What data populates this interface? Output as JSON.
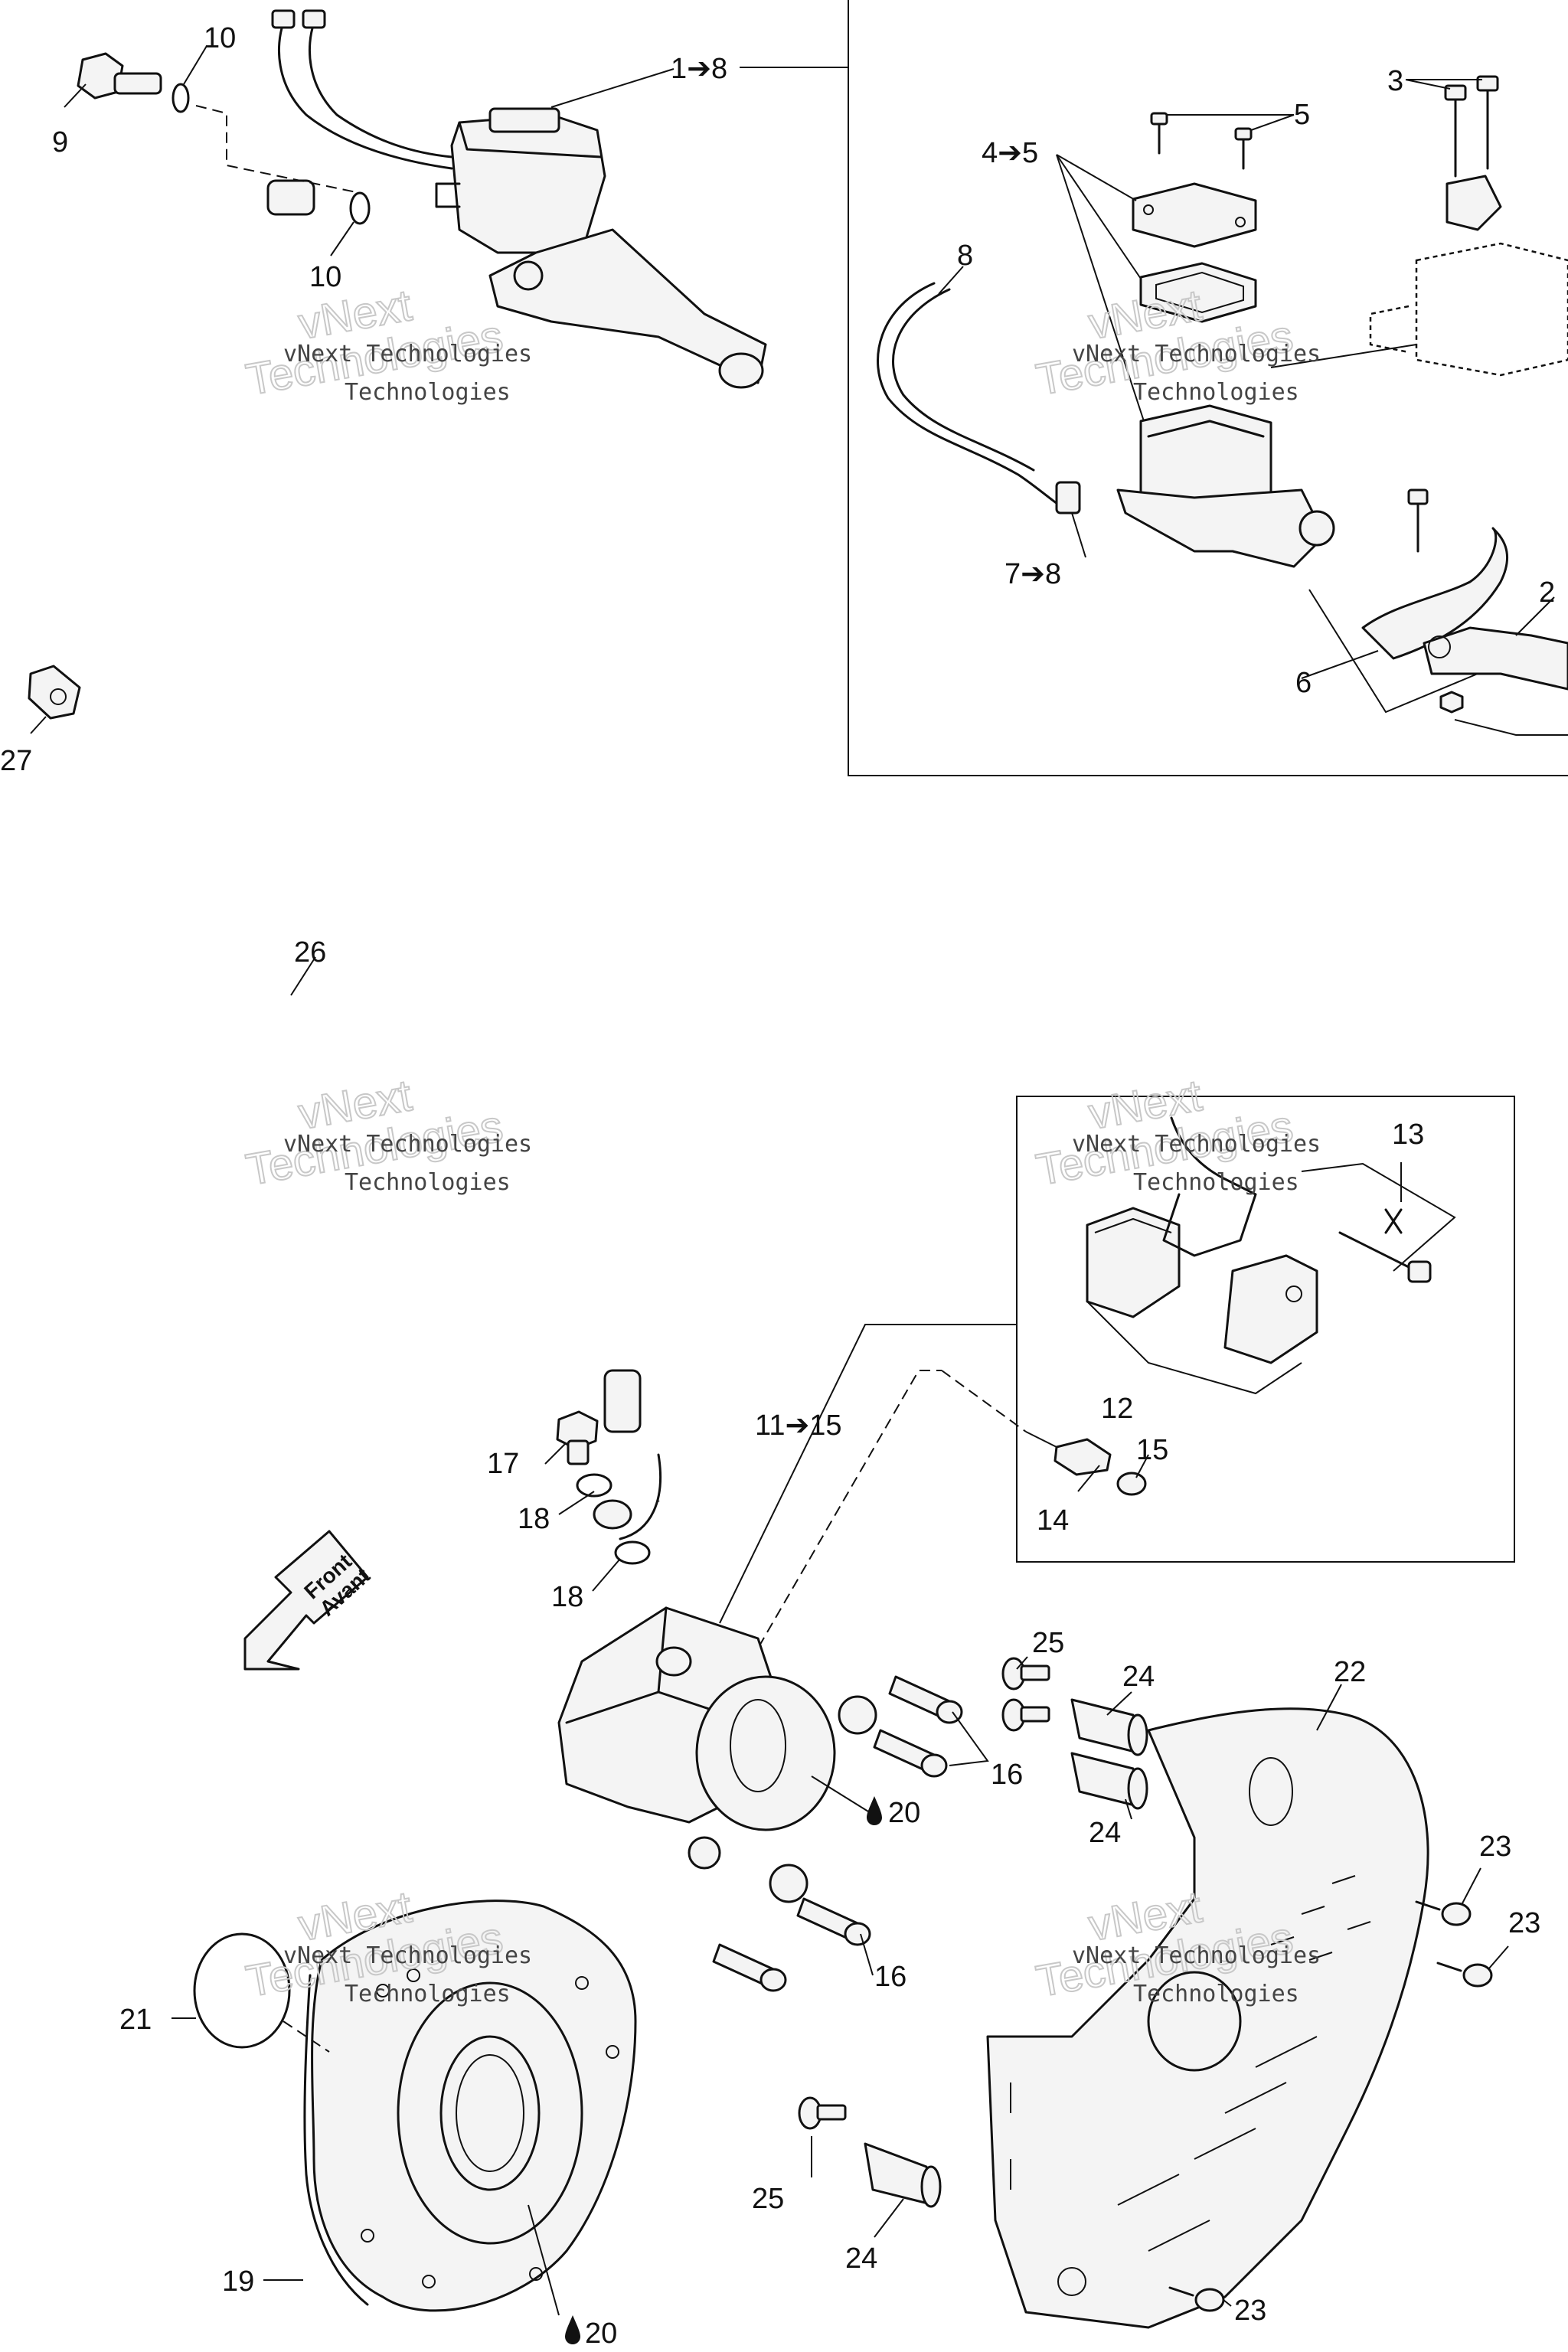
{
  "labels": {
    "l1_8": "1➔8",
    "l2": "2",
    "l3": "3",
    "l4_5": "4➔5",
    "l5": "5",
    "l6": "6",
    "l7_8": "7➔8",
    "l8": "8",
    "l9": "9",
    "l10": "10",
    "l11_15": "11➔15",
    "l12": "12",
    "l13": "13",
    "l14": "14",
    "l15": "15",
    "l16": "16",
    "l17": "17",
    "l18": "18",
    "l19": "19",
    "l20": "20",
    "l21": "21",
    "l22": "22",
    "l23": "23",
    "l24": "24",
    "l25": "25",
    "l26": "26",
    "l27": "27"
  },
  "arrow": {
    "line1": "Front",
    "line2": "Avant"
  },
  "watermark": {
    "line1": "vNext Technologies",
    "line2": "vNext",
    "line3": "Technologies"
  },
  "icons": {
    "lubricant": "oil-drop-icon"
  }
}
